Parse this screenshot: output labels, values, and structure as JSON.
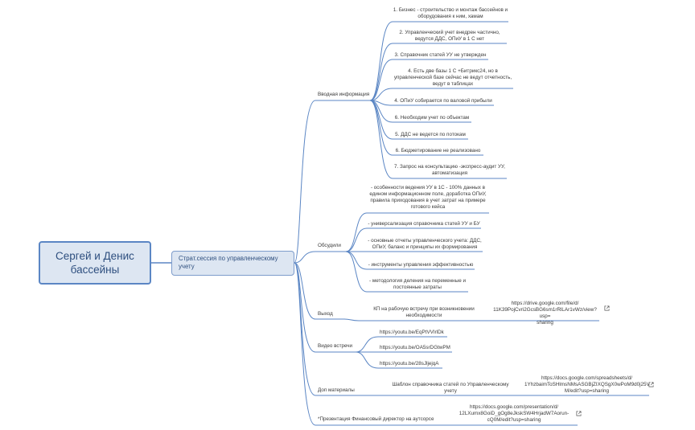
{
  "root": "Сергей и Денис\nбассейны",
  "session": "Страт.сессия по управленческому учету",
  "intro": {
    "label": "Вводная информация",
    "items": [
      "1. Бизнес - строительство и монтаж бассейнов и\nоборудования к ним, хамам",
      "2. Управленческий учет внедрен частично,\nведутся ДДС, ОПиУ в 1 С нет",
      "3. Справочник статей УУ не утвержден",
      "4. Есть две базы 1 С +Битрикс24, но в\nуправленческой базе сейчас не ведут отчетность,\nведут в таблицах",
      "4. ОПиУ собирается по валовой прибыли",
      "6. Необходим учет по объектам",
      "5. ДДС не ведется по потокам",
      "6. Бюджетирование не реализовано",
      "7. Запрос на консультацию -экспресс-аудит УУ,\nавтоматизация"
    ]
  },
  "discussed": {
    "label": "Обсудили",
    "items": [
      "- особенности ведения УУ в 1С - 100% данных в\nедином информационном поле, доработка ОПиУ,\nправила приходования в учет затрат на примере\nготового кейса",
      "- универсализация справочника статей УУ и БУ",
      "- основные отчеты управленческого учета: ДДС,\nОПиУ, баланс и принципы их формирования",
      "- инструменты управления эффективностью",
      "- методология деления на переменные и\nпостоянные затраты"
    ]
  },
  "output": {
    "label": "Выход",
    "item": "КП на рабочую встречу при возникновении\nнеобходимости",
    "link": "https://drive.google.com/file/d/\n11K39PojCvri2GcsBG6sm1rRlLAr1vWz/view?usp=\nsharing"
  },
  "video": {
    "label": "Видео встречи",
    "items": [
      "https://youtu.be/EqPtVVIrlDk",
      "https://youtu.be/OA5srDGtwPM",
      "https://youtu.be/28sJljejqA"
    ]
  },
  "extra": {
    "label": "Доп материалы",
    "item": "Шаблон справочника статей по Управленческому\nучету",
    "link": "https://docs.google.com/spreadsheets/d/\n1YhzbaimToSHlmsNMsASGBjZIXQSgX0wPoM9d0j25V_\nM/edit?usp=sharing"
  },
  "presentation": {
    "label": "*Презентация Финансовый директор на аутсорсе",
    "link": "https://docs.google.com/presentation/d/\n12LXumx8GoiD_gOg8eJkskSW4HrjadW7Aorun-\ncQ0M/edit?usp=sharing"
  },
  "colors": {
    "line": "#5b86c4",
    "node_fill": "#dde6f2",
    "text": "#3a3a3a"
  },
  "icons": {
    "external": "external-link-icon"
  }
}
